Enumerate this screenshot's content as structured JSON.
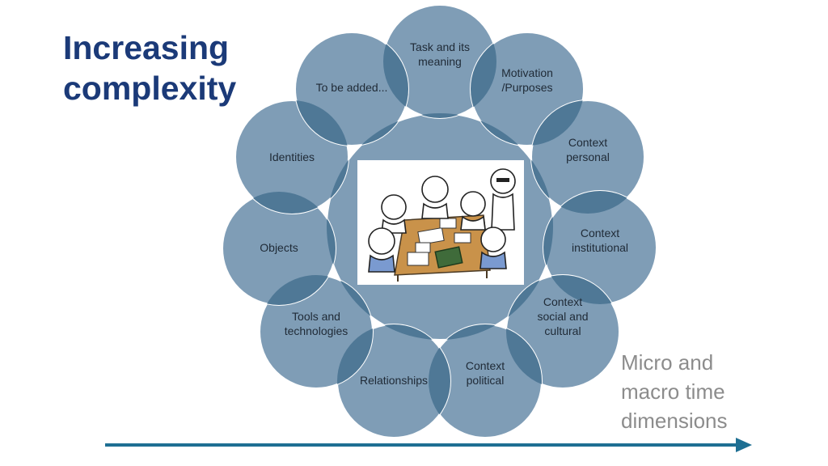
{
  "title": {
    "line1": "Increasing",
    "line2": "complexity"
  },
  "petals": [
    {
      "id": "task",
      "lines": [
        "Task and its",
        "meaning"
      ]
    },
    {
      "id": "motivation",
      "lines": [
        "Motivation",
        "/Purposes"
      ]
    },
    {
      "id": "context-personal",
      "lines": [
        "Context",
        "personal"
      ]
    },
    {
      "id": "context-institutional",
      "lines": [
        "Context",
        "institutional"
      ]
    },
    {
      "id": "context-social",
      "lines": [
        "Context",
        "social and",
        "cultural"
      ]
    },
    {
      "id": "context-political",
      "lines": [
        "Context",
        "political"
      ]
    },
    {
      "id": "relationships",
      "lines": [
        "Relationships"
      ]
    },
    {
      "id": "tools",
      "lines": [
        "Tools and",
        "technologies"
      ]
    },
    {
      "id": "objects",
      "lines": [
        "Objects"
      ]
    },
    {
      "id": "identities",
      "lines": [
        "Identities"
      ]
    },
    {
      "id": "to-be-added",
      "lines": [
        "To be added..."
      ]
    }
  ],
  "side_note": {
    "line1": "Micro and",
    "line2": "macro time",
    "line3": "dimensions"
  },
  "colors": {
    "title": "#1b3a78",
    "petal_fill": "#7f9db6",
    "petal_stroke": "#ffffff",
    "overlap": "#4f7896",
    "arrow": "#1e6f93",
    "side_note": "#8c8c8c"
  }
}
